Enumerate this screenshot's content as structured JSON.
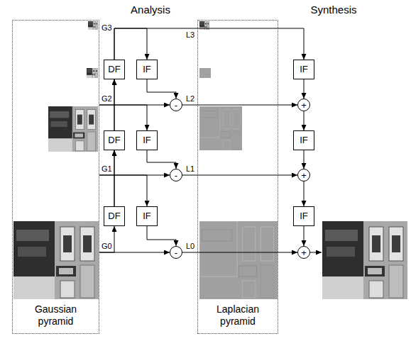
{
  "diagram": {
    "nodes": [
      {
        "text": [
          "Gaussian pyramid"
        ]
      },
      {
        "text": [
          "Laplacian pyramid"
        ]
      },
      {
        "text": [
          "DF"
        ]
      },
      {
        "text": [
          "IF"
        ]
      },
      {
        "text": [
          "IF"
        ]
      },
      {
        "text": [
          "-"
        ]
      },
      {
        "text": [
          "+"
        ]
      },
      {
        "text": [
          "DF"
        ]
      },
      {
        "text": [
          "IF"
        ]
      },
      {
        "text": [
          "IF"
        ]
      },
      {
        "text": [
          "-"
        ]
      },
      {
        "text": [
          "+"
        ]
      },
      {
        "text": [
          "DF"
        ]
      },
      {
        "text": [
          "IF"
        ]
      },
      {
        "text": [
          "IF"
        ]
      },
      {
        "text": [
          "-"
        ]
      },
      {
        "text": [
          "+"
        ]
      }
    ],
    "edges": [
      {
        "from": 0,
        "to": 12,
        "arrow": "to"
      },
      {
        "from": 0,
        "to": 7,
        "arrow": "to"
      },
      {
        "from": 0,
        "to": 2,
        "arrow": "to"
      },
      {
        "from": 0,
        "to": 15,
        "arrow": "to"
      },
      {
        "from": 0,
        "to": 10,
        "arrow": "to"
      },
      {
        "from": 0,
        "to": 5,
        "arrow": "to"
      },
      {
        "from": 12,
        "to": 7,
        "arrow": "to"
      },
      {
        "from": 7,
        "to": 2,
        "arrow": "to"
      },
      {
        "from": 2,
        "to": 3,
        "arrow": "to"
      },
      {
        "from": 2,
        "to": 4,
        "arrow": "to"
      },
      {
        "from": 7,
        "to": 8,
        "arrow": "to"
      },
      {
        "from": 12,
        "to": 13,
        "arrow": "to"
      },
      {
        "from": 3,
        "to": 5,
        "arrow": "to"
      },
      {
        "from": 8,
        "to": 10,
        "arrow": "to"
      },
      {
        "from": 13,
        "to": 15,
        "arrow": "to"
      },
      {
        "from": 5,
        "to": 6,
        "arrow": "to"
      },
      {
        "from": 10,
        "to": 11,
        "arrow": "to"
      },
      {
        "from": 15,
        "to": 16,
        "arrow": "to"
      },
      {
        "from": 4,
        "to": 6,
        "arrow": "to"
      },
      {
        "from": 9,
        "to": 11,
        "arrow": "to"
      },
      {
        "from": 14,
        "to": 16,
        "arrow": "to"
      },
      {
        "from": 6,
        "to": 9,
        "arrow": "to"
      },
      {
        "from": 11,
        "to": 14,
        "arrow": "to"
      }
    ],
    "labels": [
      "Analysis",
      "Synthesis",
      "G3",
      "L3",
      "G2",
      "L2",
      "G1",
      "L1",
      "G0",
      "L0"
    ]
  }
}
